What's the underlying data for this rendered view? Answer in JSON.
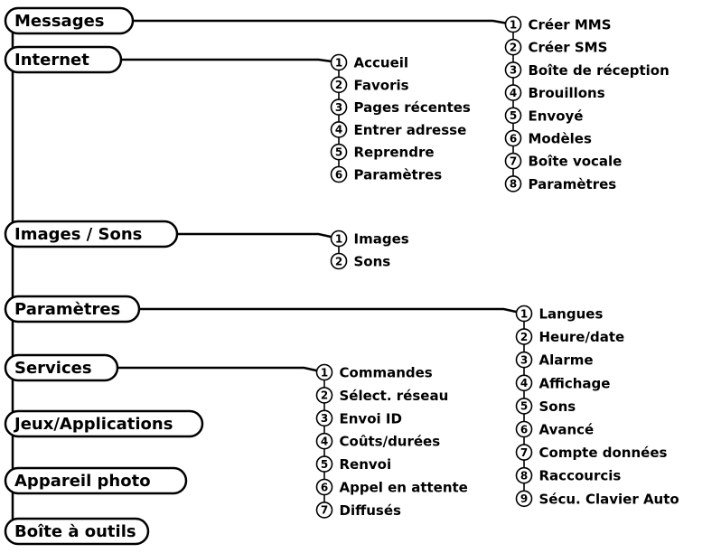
{
  "menus": [
    {
      "label": "Messages",
      "items": [
        "Créer MMS",
        "Créer SMS",
        "Boîte de réception",
        "Brouillons",
        "Envoyé",
        "Modèles",
        "Boîte vocale",
        "Paramètres"
      ]
    },
    {
      "label": "Internet",
      "items": [
        "Accueil",
        "Favoris",
        "Pages récentes",
        "Entrer adresse",
        "Reprendre",
        "Paramètres"
      ]
    },
    {
      "label": "Images / Sons",
      "items": [
        "Images",
        "Sons"
      ]
    },
    {
      "label": "Paramètres",
      "items": [
        "Langues",
        "Heure/date",
        "Alarme",
        "Affichage",
        "Sons",
        "Avancé",
        "Compte données",
        "Raccourcis",
        "Sécu. Clavier Auto"
      ]
    },
    {
      "label": "Services",
      "items": [
        "Commandes",
        "Sélect. réseau",
        "Envoi ID",
        "Coûts/durées",
        "Renvoi",
        "Appel en attente",
        "Diffusés"
      ]
    },
    {
      "label": "Jeux/Applications",
      "items": []
    },
    {
      "label": "Appareil photo",
      "items": []
    },
    {
      "label": "Boîte à outils",
      "items": []
    }
  ]
}
